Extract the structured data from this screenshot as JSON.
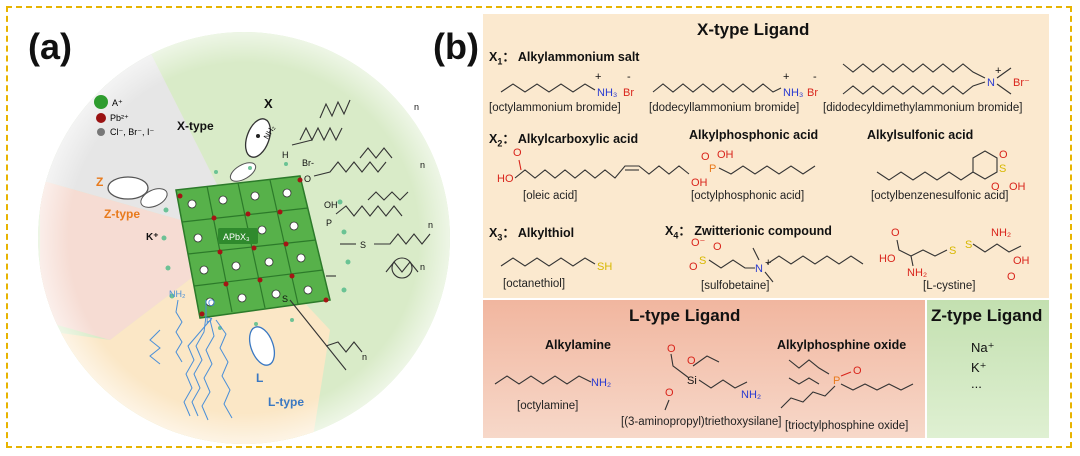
{
  "panel_a": {
    "tag": "(a)",
    "legend": [
      "A⁺",
      "Pb²⁺",
      "Cl⁻, Br⁻, I⁻"
    ],
    "core_label": "APbX₃",
    "x_label": "X",
    "x_type": "X-type",
    "z_label": "Z",
    "z_type": "Z-type",
    "k_label": "K⁺",
    "l_label": "L",
    "l_type": "L-type",
    "br_label": "Br-",
    "h_label": "H",
    "nh2_label": "NH₂",
    "nh2_top": "NH₂",
    "o_label": "O",
    "p_label": "P",
    "oh_label": "OH",
    "s_label": "S",
    "n_label": "n",
    "colors": {
      "x_sector": "#d9ebc8",
      "z_sector": "#f6dcd3",
      "l_sector": "#fbe7c6",
      "legend_sector": "#e6e6e6"
    }
  },
  "panel_b": {
    "tag": "(b)",
    "x_title": "X-type Ligand",
    "l_title": "L-type Ligand",
    "z_title": "Z-type Ligand",
    "x1": {
      "prefix": "X",
      "sub": "1",
      "colon": "：",
      "name": "Alkylammonium salt",
      "captions": [
        "[octylammonium bromide]",
        "[dodecyllammonium bromide]",
        "[didodecyldimethylammonium bromide]"
      ]
    },
    "x2": {
      "prefix": "X",
      "sub": "2",
      "colon": "：",
      "name": "Alkylcarboxylic acid",
      "captions": [
        "[oleic acid]"
      ]
    },
    "phos": {
      "name": "Alkylphosphonic acid",
      "caption": "[octylphosphonic acid]"
    },
    "sulf": {
      "name": "Alkylsulfonic acid",
      "caption": "[octylbenzenesulfonic acid]"
    },
    "x3": {
      "prefix": "X",
      "sub": "3",
      "colon": "：",
      "name": "Alkylthiol",
      "caption": "[octanethiol]"
    },
    "x4": {
      "prefix": "X",
      "sub": "4",
      "colon": "：",
      "name": "Zwitterionic compound",
      "caption": "[sulfobetaine]"
    },
    "cystine": {
      "caption": "[L-cystine]"
    },
    "alkylamine": {
      "name": "Alkylamine",
      "captions": [
        "[octylamine]",
        "[(3-aminopropyl)triethoxysilane]"
      ]
    },
    "phosoxide": {
      "name": "Alkylphosphine oxide",
      "caption": "[trioctylphosphine oxide]"
    },
    "z_ions": [
      "Na⁺",
      "K⁺",
      "..."
    ],
    "atoms": {
      "nh3": "NH₃",
      "br": "Br",
      "plus": "+",
      "minus": "-",
      "n": "N",
      "brm": "Br⁻",
      "o": "O",
      "ho": "HO",
      "oh": "OH",
      "p": "P",
      "s": "S",
      "sh": "SH",
      "om": "O⁻",
      "nh2": "NH₂",
      "si": "Si"
    }
  }
}
